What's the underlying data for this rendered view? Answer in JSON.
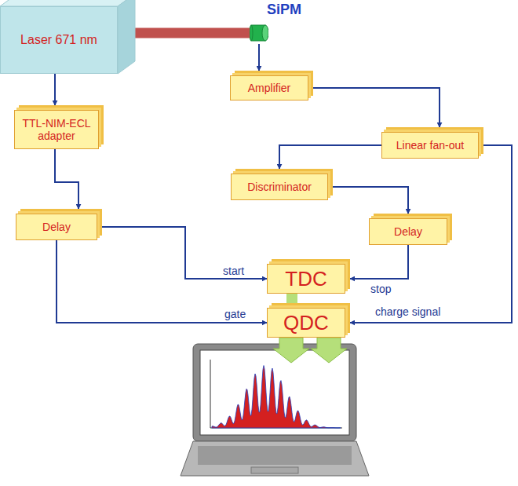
{
  "diagram": {
    "nodes": [
      {
        "text": [
          "Laser 671 nm"
        ]
      },
      {
        "text": [
          "SiPM"
        ]
      },
      {
        "text": [
          "Amplifier"
        ]
      },
      {
        "text": [
          "TTL-NIM-ECL adapter"
        ]
      },
      {
        "text": [
          "Linear fan-out"
        ]
      },
      {
        "text": [
          "Discriminator"
        ]
      },
      {
        "text": [
          "Delay"
        ]
      },
      {
        "text": [
          "Delay"
        ]
      },
      {
        "text": [
          "TDC"
        ]
      },
      {
        "text": [
          "QDC"
        ]
      }
    ],
    "edges": [
      {
        "from": 0,
        "to": 1,
        "arrow": "none"
      },
      {
        "from": 1,
        "to": 2,
        "arrow": "to"
      },
      {
        "from": 0,
        "to": 3,
        "arrow": "to"
      },
      {
        "from": 2,
        "to": 4,
        "arrow": "to"
      },
      {
        "from": 4,
        "to": 5,
        "arrow": "to"
      },
      {
        "from": 4,
        "to": 9,
        "label": "charge signal",
        "arrow": "to"
      },
      {
        "from": 5,
        "to": 7,
        "arrow": "to"
      },
      {
        "from": 3,
        "to": 6,
        "arrow": "to"
      },
      {
        "from": 6,
        "to": 8,
        "label": "start",
        "arrow": "to"
      },
      {
        "from": 6,
        "to": 9,
        "label": "gate",
        "arrow": "to"
      },
      {
        "from": 7,
        "to": 8,
        "label": "stop",
        "arrow": "to"
      },
      {
        "from": 8,
        "to": 9,
        "arrow": "none"
      }
    ]
  }
}
